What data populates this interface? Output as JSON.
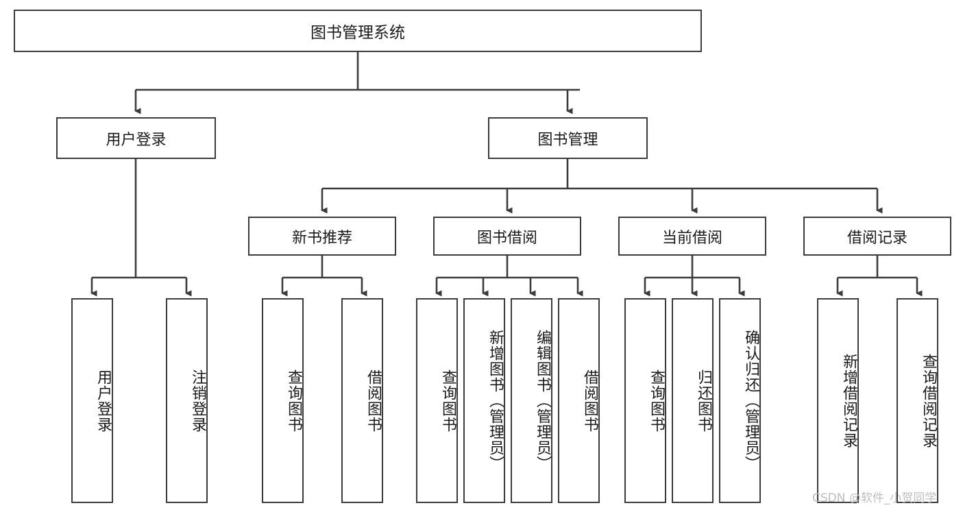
{
  "diagram": {
    "type": "tree-hierarchy-chart",
    "title_box": "图书管理系统",
    "stroke_color": "#3b3b3b",
    "background_color": "#ffffff",
    "text_color": "#1a1a1a",
    "nodes": {
      "root": {
        "label": "图书管理系统"
      },
      "level2": [
        {
          "label": "用户登录"
        },
        {
          "label": "图书管理"
        }
      ],
      "level3": [
        {
          "label": "新书推荐"
        },
        {
          "label": "图书借阅"
        },
        {
          "label": "当前借阅"
        },
        {
          "label": "借阅记录"
        }
      ],
      "leaves": [
        {
          "label": "用户登录",
          "parent": "用户登录"
        },
        {
          "label": "注销登录",
          "parent": "用户登录"
        },
        {
          "label": "查询图书",
          "parent": "新书推荐"
        },
        {
          "label": "借阅图书",
          "parent": "新书推荐"
        },
        {
          "label": "查询图书",
          "parent": "图书借阅"
        },
        {
          "label": "新增图书（管理员）",
          "parent": "图书借阅"
        },
        {
          "label": "编辑图书（管理员）",
          "parent": "图书借阅"
        },
        {
          "label": "借阅图书",
          "parent": "图书借阅"
        },
        {
          "label": "查询图书",
          "parent": "当前借阅"
        },
        {
          "label": "归还图书",
          "parent": "当前借阅"
        },
        {
          "label": "确认归还（管理员）",
          "parent": "当前借阅"
        },
        {
          "label": "新增借阅记录",
          "parent": "借阅记录"
        },
        {
          "label": "查询借阅记录",
          "parent": "借阅记录"
        }
      ]
    }
  },
  "watermark": {
    "text": "CSDN @软件_小贺同学"
  }
}
